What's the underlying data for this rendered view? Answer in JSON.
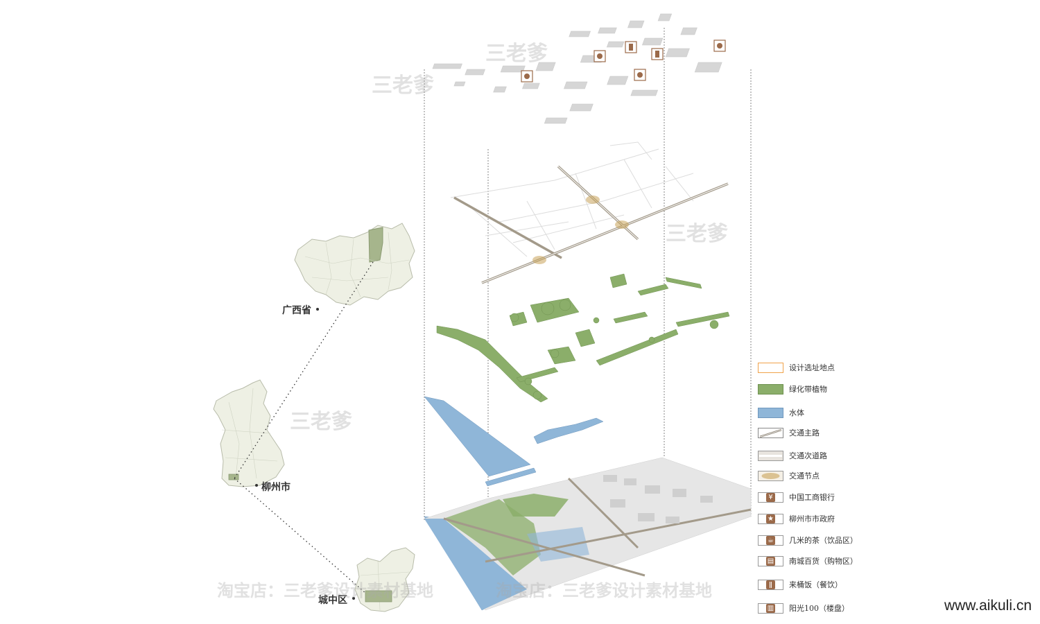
{
  "locations": {
    "province": "广西省",
    "city": "柳州市",
    "district": "城中区"
  },
  "legend": [
    {
      "label": "设计选址地点",
      "swatch": "site"
    },
    {
      "label": "绿化带植物",
      "swatch": "green"
    },
    {
      "label": "水体",
      "swatch": "water"
    },
    {
      "label": "交通主路",
      "swatch": "mainroad"
    },
    {
      "label": "交通次道路",
      "swatch": "subroad"
    },
    {
      "label": "交通节点",
      "swatch": "node"
    },
    {
      "label": "中国工商银行",
      "swatch": "icon",
      "icon": "bank-icon"
    },
    {
      "label": "柳州市市政府",
      "swatch": "icon",
      "icon": "star-icon"
    },
    {
      "label": "几米的茶（饮品区）",
      "swatch": "icon",
      "icon": "cup-icon"
    },
    {
      "label": "南城百货（购物区）",
      "swatch": "icon",
      "icon": "shop-icon"
    },
    {
      "label": "来桶饭（餐饮）",
      "swatch": "icon",
      "icon": "utensils-icon"
    },
    {
      "label": "阳光100（楼盘）",
      "swatch": "icon",
      "icon": "building-icon"
    }
  ],
  "watermarks": [
    "三老爹",
    "三老爹",
    "三老爹",
    "三老爹",
    "淘宝店：三老爹设计素材基地",
    "淘宝店：三老爹设计素材基地"
  ],
  "footer": {
    "url": "www.aikuli.cn"
  },
  "colors": {
    "green": "#8bae6a",
    "water": "#8fb6d8",
    "road": "#a39a8a",
    "node": "#c9a45a",
    "site": "#f0a24a",
    "icon": "#9b6a4a"
  }
}
